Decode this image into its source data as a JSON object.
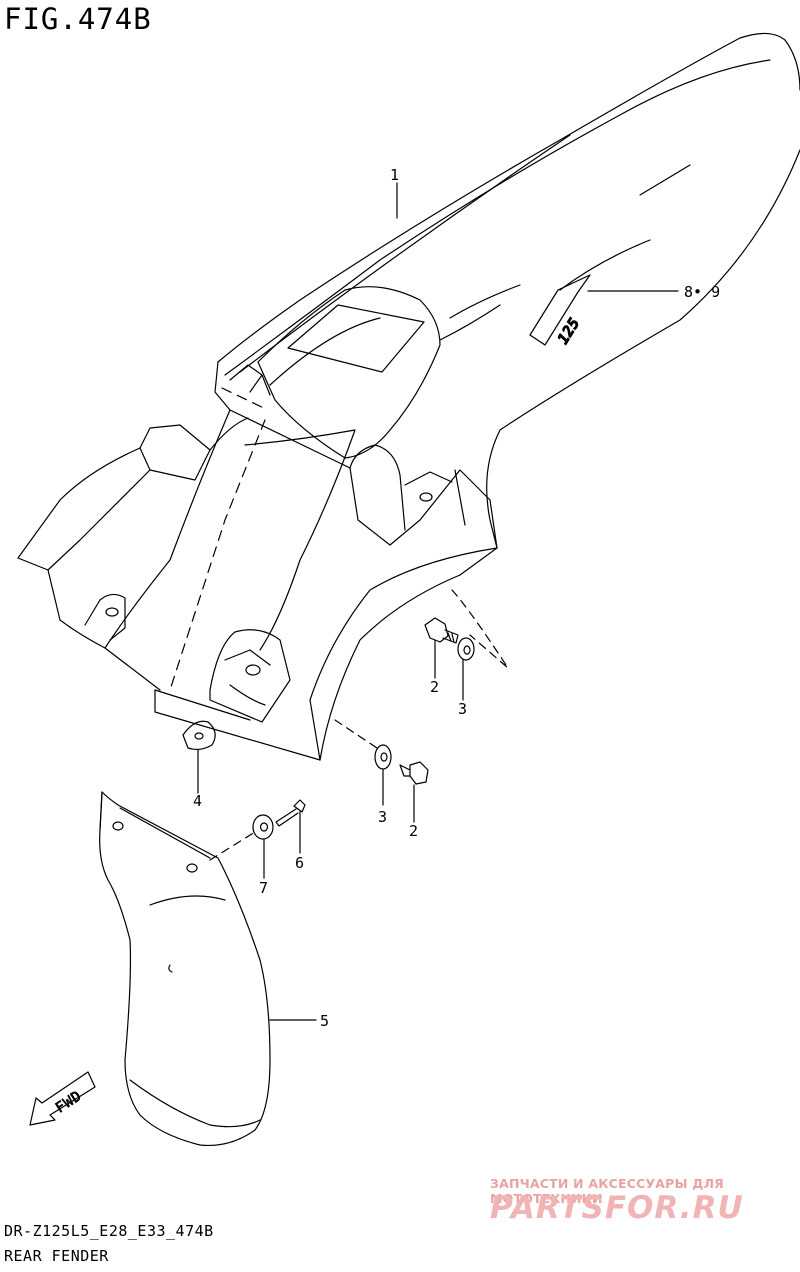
{
  "figure_title": "FIG.474B",
  "callouts": [
    {
      "id": "part-1",
      "label": "1"
    },
    {
      "id": "part-8-9",
      "label": "8• 9"
    },
    {
      "id": "part-2-upper",
      "label": "2"
    },
    {
      "id": "part-3-upper",
      "label": "3"
    },
    {
      "id": "part-4",
      "label": "4"
    },
    {
      "id": "part-3-lower",
      "label": "3"
    },
    {
      "id": "part-2-lower",
      "label": "2"
    },
    {
      "id": "part-6",
      "label": "6"
    },
    {
      "id": "part-7",
      "label": "7"
    },
    {
      "id": "part-5",
      "label": "5"
    }
  ],
  "decal_text": "125",
  "fwd_label": "FWD",
  "footer": {
    "model_code": "DR-Z125L5_E28_E33_474B",
    "section_name": "REAR FENDER"
  },
  "watermark": {
    "tagline": "ЗАПЧАСТИ И АКСЕССУАРЫ ДЛЯ МОТОТЕХНИКИ",
    "brand": "PARTSFOR.RU",
    "color": "#f0b4b4"
  }
}
